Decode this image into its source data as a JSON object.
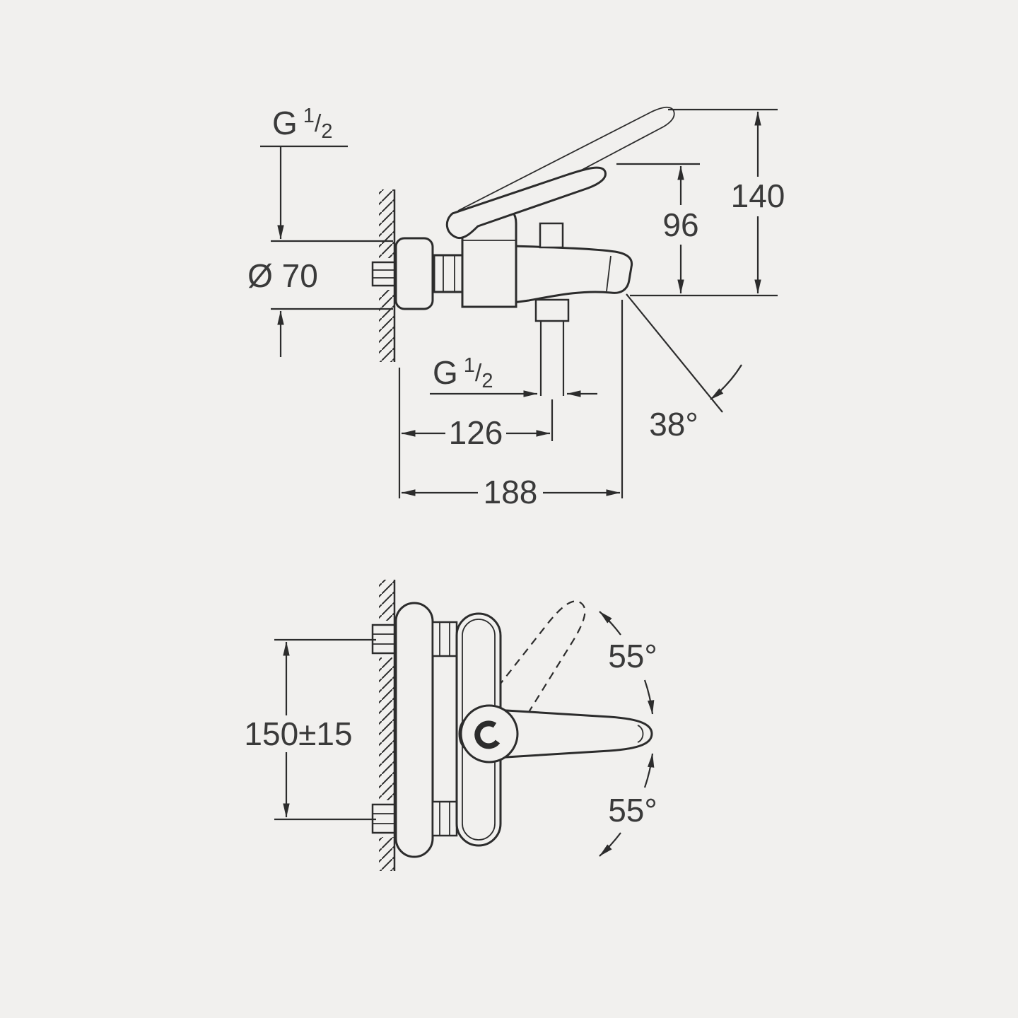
{
  "drawing": {
    "background": "#f1f0ee",
    "ink": "#2c2c2c",
    "side_view": {
      "thread_wall_connection": {
        "prefix": "G",
        "numerator": "1",
        "slash": "/",
        "denominator": "2"
      },
      "escutcheon_diameter": "Ø 70",
      "height_spout_to_lever": "96",
      "height_spout_to_open_lever": "140",
      "thread_shower_outlet": {
        "prefix": "G",
        "numerator": "1",
        "slash": "/",
        "denominator": "2"
      },
      "wall_to_outlet": "126",
      "spout_projection": "188",
      "spout_angle": "38°"
    },
    "plan_view": {
      "connection_spacing": "150±15",
      "lever_swing_upper": "55°",
      "lever_swing_lower": "55°"
    }
  }
}
